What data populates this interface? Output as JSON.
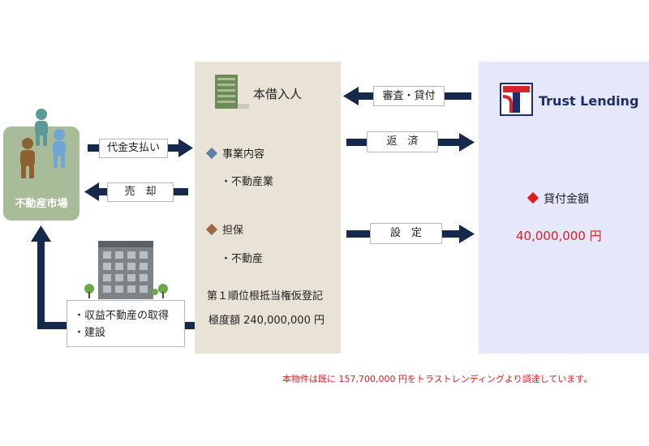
{
  "market": {
    "label": "不動産市場"
  },
  "borrower": {
    "title": "本借入人",
    "business_heading": "事業内容",
    "business_item": "・不動産業",
    "collateral_heading": "担保",
    "collateral_item": "・不動産",
    "lien_line1": "第１順位根抵当権仮登記",
    "lien_line2": "極度額 240,000,000 円"
  },
  "lender": {
    "logo_text": "Trust Lending",
    "loan_heading": "貸付金額",
    "loan_amount": "40,000,000 円"
  },
  "flows": {
    "payment": "代金支払い",
    "sale": "売　却",
    "review": "審査・貸付",
    "repay": "返　済",
    "setup": "設　定"
  },
  "acquisition": {
    "item1": "・収益不動産の取得",
    "item2": "・建設"
  },
  "footnote": "本物件は既に 157,700,000 円をトラストレンディングより調達しています。",
  "colors": {
    "arrow": "#15294d",
    "borrower_panel": "#e8e3d6",
    "lender_panel": "#e5e8fb",
    "market_box": "#a8bc9a",
    "diamond_blue": "#5e7fa6",
    "diamond_brown": "#9c6a42",
    "diamond_red": "#e21b1b",
    "accent_red": "#e21b1b",
    "logo_red": "#d8232a",
    "logo_navy": "#1e2d6b"
  }
}
